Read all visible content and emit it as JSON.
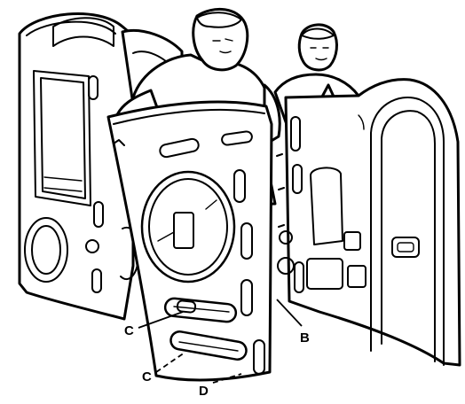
{
  "figure": {
    "callouts": [
      {
        "label": "C"
      },
      {
        "label": "B"
      },
      {
        "label": "C"
      },
      {
        "label": "D"
      }
    ]
  }
}
